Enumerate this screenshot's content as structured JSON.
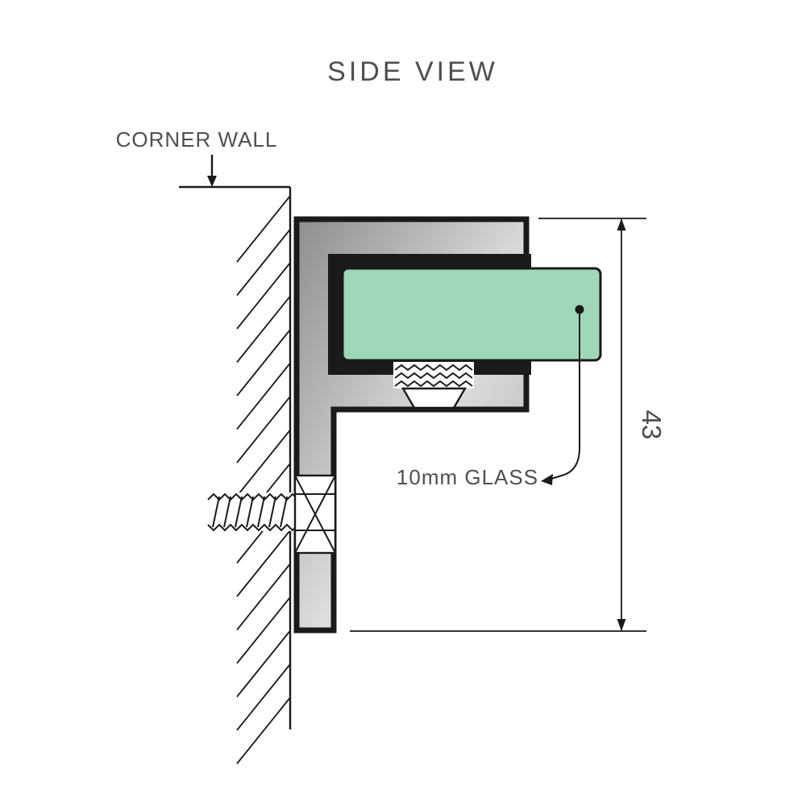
{
  "title": "SIDE VIEW",
  "annotations": {
    "wall_label": "CORNER WALL",
    "glass_label": "10mm GLASS",
    "dimension_value": "43"
  },
  "colors": {
    "glass": "#9fd8b8",
    "metal_dark": "#8e8e8e",
    "metal_light": "#dedede",
    "metal_mid": "#a9a9a9",
    "line": "#1a1a1a",
    "text": "#4f4f4f"
  }
}
